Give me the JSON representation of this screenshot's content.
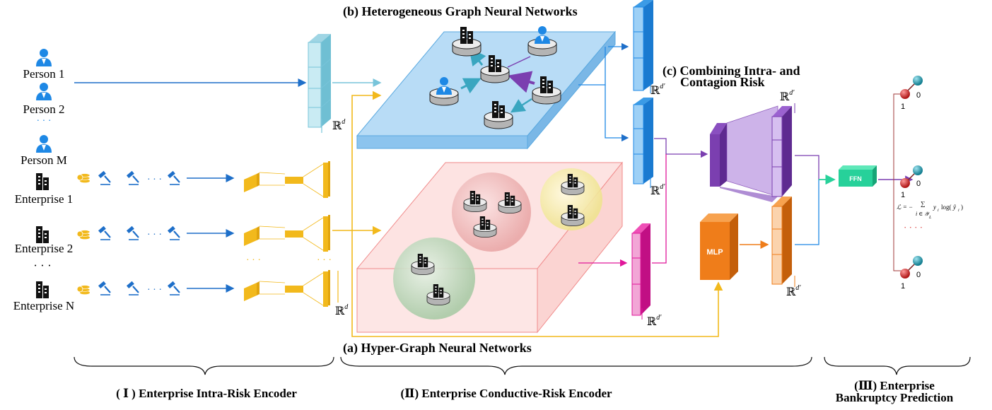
{
  "entities": {
    "persons": [
      "Person 1",
      "Person 2",
      "Person M"
    ],
    "enterprises": [
      "Enterprise 1",
      "Enterprise 2",
      "Enterprise N"
    ],
    "ellipsis_v": "⋮",
    "ellipsis_h": "· · ·",
    "ellipsis_dots": "· · ·"
  },
  "panels": {
    "hgnn_title": "(b)  Heterogeneous Graph Neural Networks",
    "hyper_title": "(a)  Hyper-Graph Neural Networks",
    "combine_title_1": "(c)  Combining Intra- and",
    "combine_title_2": "Contagion Risk"
  },
  "dims": {
    "rd": "ℝ",
    "d": "d",
    "dprime": "d′"
  },
  "blocks": {
    "mlp": "MLP",
    "ffn": "FFN"
  },
  "outputs": {
    "label_0": "0",
    "label_1": "1",
    "loss_lhs": "ℒ = −",
    "loss_sum": "∑",
    "loss_sub": "i ∈ 𝒴",
    "loss_sub_L": "L",
    "loss_body": "y",
    "loss_i": "i",
    "loss_log": "log(",
    "loss_yhat": "ŷ",
    "loss_close": ")",
    "dots": "· · · ·"
  },
  "stages": {
    "stage1": "( Ⅰ ) Enterprise Intra-Risk Encoder",
    "stage2": "(Ⅱ) Enterprise Conductive-Risk Encoder",
    "stage3_line1": "(Ⅲ) Enterprise",
    "stage3_line2": "Bankruptcy Prediction"
  },
  "colors": {
    "person_blue": "#1e88e5",
    "enterprise_black": "#111111",
    "flow_blue": "#1e6fc9",
    "flow_light_blue": "#78c4da",
    "gold": "#f2b91c",
    "hgnn_plane": "#a9d3f5",
    "hyper_box": "#fbd7d5",
    "purple": "#7b3fb0",
    "magenta": "#e0179a",
    "orange": "#ef7d1a",
    "ffn_green": "#27d19a",
    "teal_node": "#1f8fa3",
    "red_node": "#d93030"
  }
}
